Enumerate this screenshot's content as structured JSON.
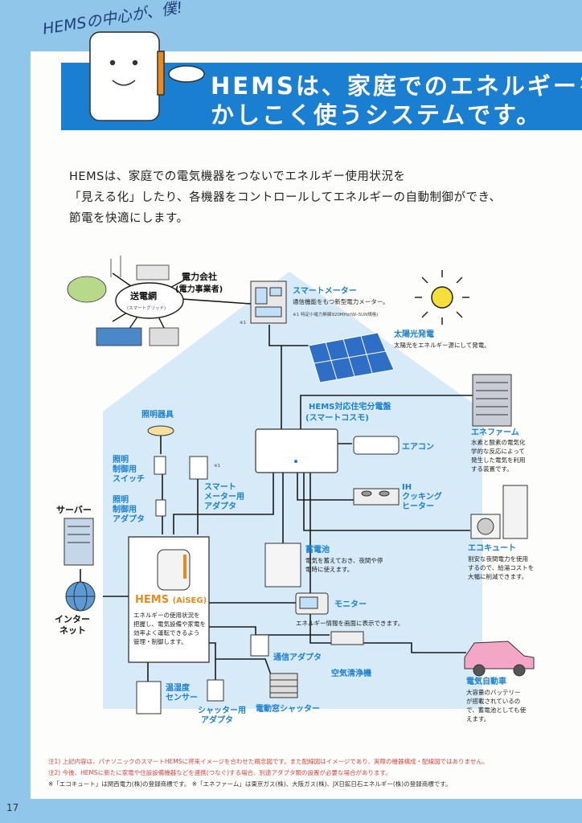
{
  "header": {
    "handwritten": "HEMSの中心が、僕!",
    "title_line1": "HEMSは、家庭でのエネルギーを",
    "title_line2": "かしこく使うシステムです。"
  },
  "intro": [
    "HEMSは、家庭での電気機器をつないでエネルギー使用状況を",
    "「見える化」したり、各機器をコントロールしてエネルギーの自動制御ができ、",
    "節電を快適にします。"
  ],
  "grid": {
    "label": "送電網",
    "sub": "(スマートグリッド)"
  },
  "power_company": {
    "line1": "電力会社",
    "line2": "(電力事業者)"
  },
  "smart_meter": {
    "title": "スマートメーター",
    "desc": "通信機能をもつ新型電力メーター。",
    "note": "※1 特定小電力無線920MHz(Wi-SUN規格)",
    "mark": "※1"
  },
  "solar": {
    "title": "太陽光発電",
    "desc": "太陽光をエネルギー源にして発電。"
  },
  "panelboard": {
    "line1": "HEMS対応住宅分電盤",
    "line2": "(スマートコスモ)"
  },
  "ene_farm": {
    "title": "エネファーム",
    "desc": [
      "水素と酸素の電気化",
      "学的な反応によって",
      "発生した電気を利用",
      "する装置です。"
    ]
  },
  "aircon": "エアコン",
  "ih": [
    "IH",
    "クッキング",
    "ヒーター"
  ],
  "ecocute": {
    "title": "エコキュート",
    "desc": [
      "割安な夜間電力を使用",
      "するので、給湯コストを",
      "大幅に削減できます。"
    ]
  },
  "ev": {
    "title": "電気自動車",
    "desc": [
      "大容量のバッテリー",
      "が搭載されているの",
      "で、蓄電池としても使",
      "えます。"
    ]
  },
  "battery": {
    "title": "蓄電池",
    "desc": [
      "電気を蓄えておき、夜間や停",
      "電時に使えます。"
    ]
  },
  "monitor": {
    "title": "モニター",
    "desc": "エネルギー情報を画面に表示できます。"
  },
  "comm_adapter": "通信アダプタ",
  "air_purifier": "空気清浄機",
  "shutter": "電動窓シャッター",
  "shutter_adapter": [
    "シャッター用",
    "アダプタ"
  ],
  "sensor": [
    "温湿度",
    "センサー"
  ],
  "meter_adapter": [
    "スマート",
    "メーター用",
    "アダプタ"
  ],
  "meter_adapter_mark": "※1",
  "lighting": "照明器具",
  "light_switch": [
    "照明",
    "制御用",
    "スイッチ"
  ],
  "light_adapter": [
    "照明",
    "制御用",
    "アダプタ"
  ],
  "server": "サーバー",
  "internet": [
    "インター",
    "ネット"
  ],
  "hems": {
    "title": "HEMS",
    "sub": "(AiSEG)",
    "desc": [
      "エネルギーの使用状況を",
      "把握し、電気設備や家電を",
      "効率よく運転できるよう",
      "管理・制御します。"
    ]
  },
  "notes": [
    "注1) 上記内容は、パナソニックのスマートHEMSに将来イメージを合わせた概念図です。また配線図はイメージであり、実際の機器構成・配線図ではありません。",
    "注2) 今後、HEMSに新たに家電や住設設備機器などを連携(つなぐ)する場合、別途アダプタ類の設置が必要な場合があります。",
    "※「エコキュート」は関西電力(株)の登録商標です。 ※「エネファーム」は東京ガス(株)、大阪ガス(株)、JX日鉱日石エネルギー(株)の登録商標です。"
  ],
  "page_number": "17",
  "colors": {
    "banner": "#1a7fd0",
    "background": "#8fc6ea",
    "house": "#d6eaf8",
    "accent_orange": "#e98a1c"
  }
}
